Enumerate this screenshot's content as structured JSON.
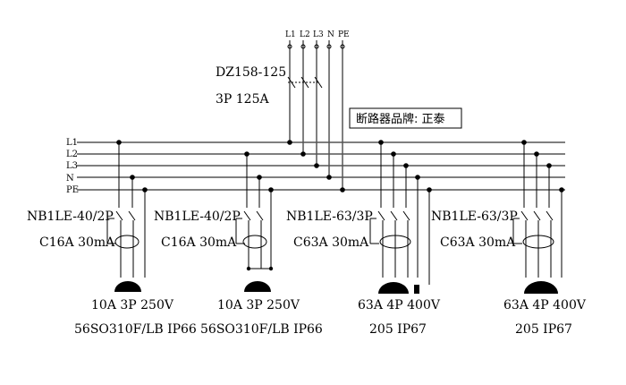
{
  "top_phase_labels": [
    "L1",
    "L2",
    "L3",
    "N",
    "PE"
  ],
  "main_breaker": {
    "model": "DZ158-125",
    "spec": "3P 125A"
  },
  "brand_note": "断路器品牌: 正泰",
  "busbars": [
    "L1",
    "L2",
    "L3",
    "N",
    "PE"
  ],
  "branches": [
    {
      "breaker_model": "NB1LE-40/2P",
      "breaker_spec": "C16A 30mA",
      "socket_rating": "10A 3P 250V",
      "socket_model": "56SO310F/LB IP66"
    },
    {
      "breaker_model": "NB1LE-40/2P",
      "breaker_spec": "C16A 30mA",
      "socket_rating": "10A 3P 250V",
      "socket_model": "56SO310F/LB IP66"
    },
    {
      "breaker_model": "NB1LE-63/3P",
      "breaker_spec": "C63A 30mA",
      "socket_rating": "63A 4P 400V",
      "socket_model": "205 IP67"
    },
    {
      "breaker_model": "NB1LE-63/3P",
      "breaker_spec": "C63A 30mA",
      "socket_rating": "63A 4P 400V",
      "socket_model": "205 IP67"
    }
  ]
}
